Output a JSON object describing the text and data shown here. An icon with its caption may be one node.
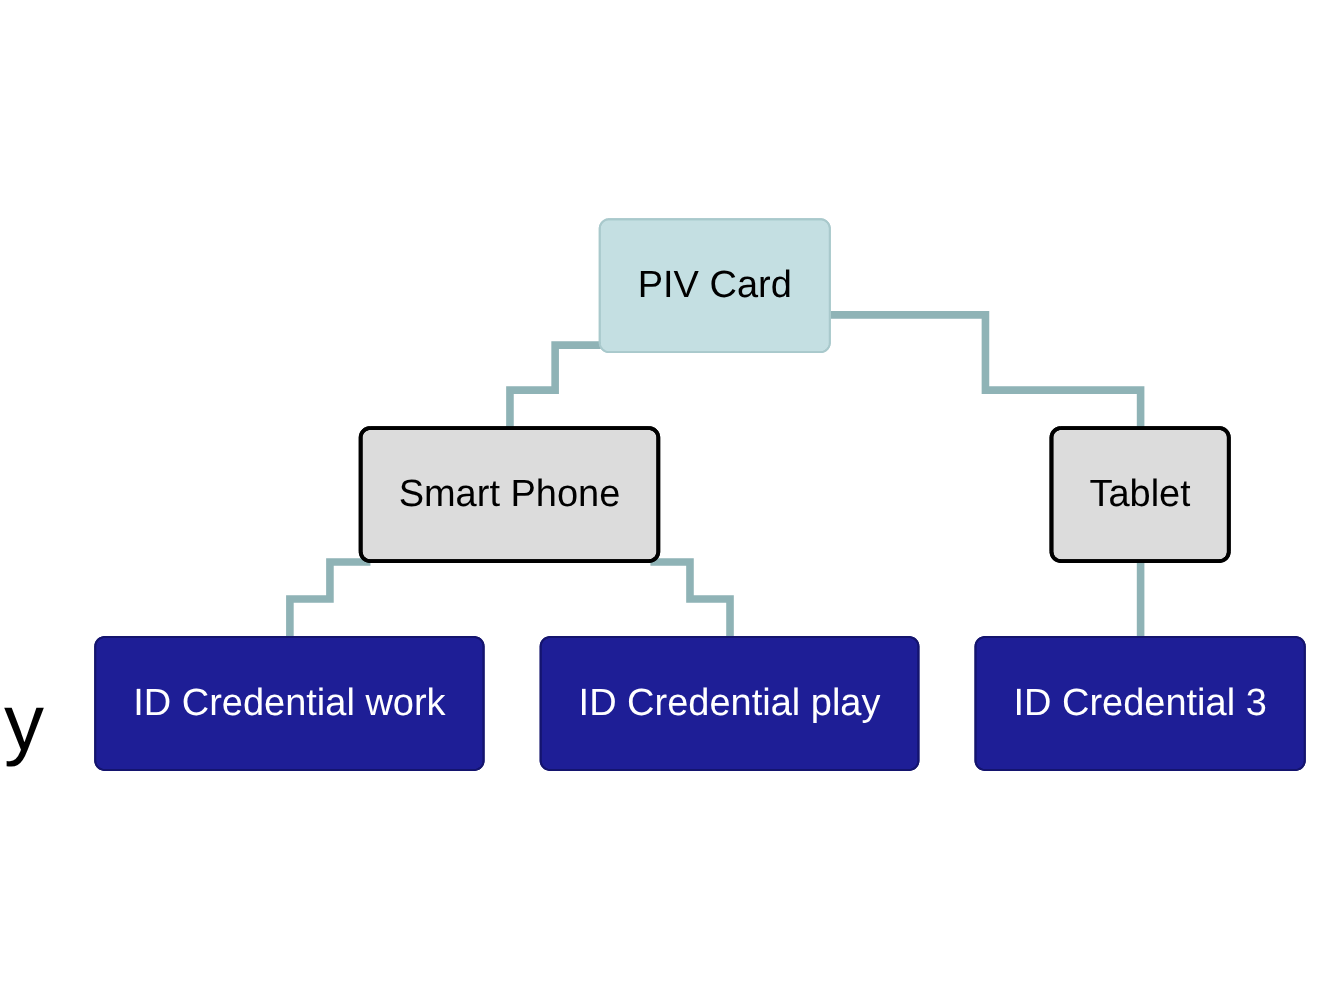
{
  "diagram": {
    "nodes": [
      {
        "text": [
          "PIV Card"
        ]
      },
      {
        "text": [
          "Smart Phone"
        ]
      },
      {
        "text": [
          "Tablet"
        ]
      },
      {
        "text": [
          "ID Credential work"
        ]
      },
      {
        "text": [
          "ID Credential play"
        ]
      },
      {
        "text": [
          "ID Credential 3"
        ]
      }
    ],
    "edges": [
      {
        "from": 0,
        "to": 1,
        "arrow": "none"
      },
      {
        "from": 0,
        "to": 2,
        "arrow": "none"
      },
      {
        "from": 1,
        "to": 3,
        "arrow": "none"
      },
      {
        "from": 1,
        "to": 4,
        "arrow": "none"
      },
      {
        "from": 2,
        "to": 5,
        "arrow": "none"
      }
    ],
    "labels": [
      "y"
    ]
  }
}
